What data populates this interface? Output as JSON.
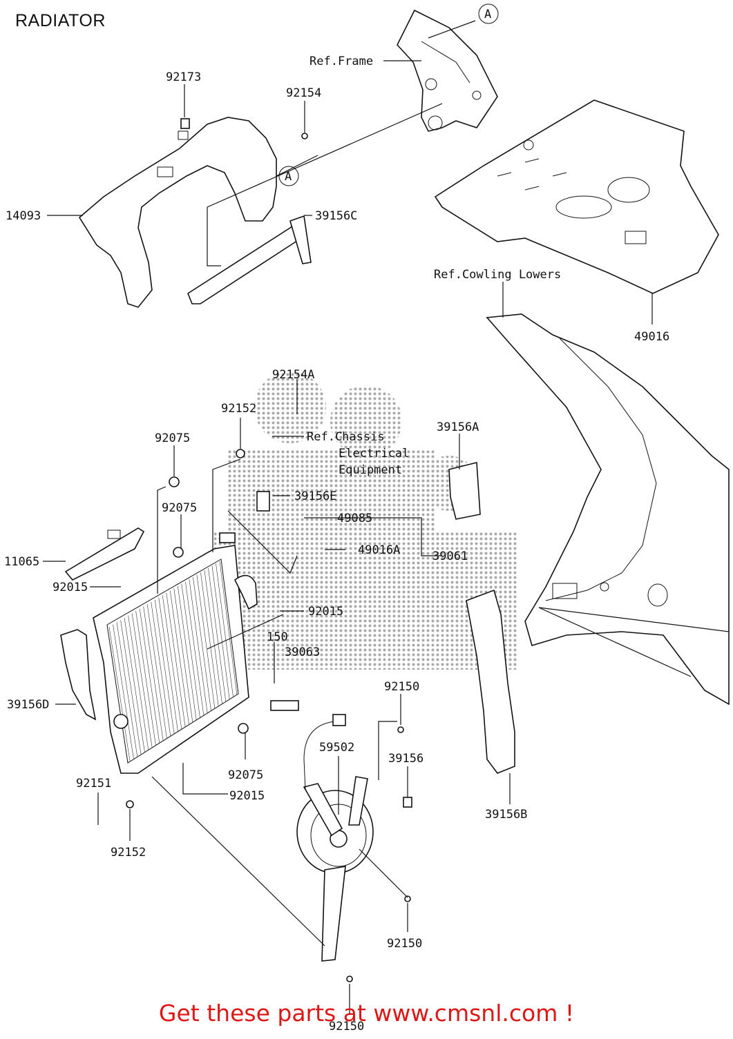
{
  "title": "RADIATOR",
  "footer": "Get these parts at www.cmsnl.com !",
  "watermark_color": "#9a9a9a",
  "footer_color": "#e01515",
  "refs": {
    "frame": "Ref.Frame",
    "cowling": "Ref.Cowling Lowers",
    "chassis_1": "Ref.Chassis",
    "chassis_2": "Electrical",
    "chassis_3": "Equipment"
  },
  "callout": "A",
  "parts": {
    "p92173": "92173",
    "p92154": "92154",
    "p14093": "14093",
    "p39156C": "39156C",
    "p49016": "49016",
    "p92154A": "92154A",
    "p92152_top": "92152",
    "p39156A": "39156A",
    "p92075_a": "92075",
    "p92075_b": "92075",
    "p39156E": "39156E",
    "p49085": "49085",
    "p49016A": "49016A",
    "p39061": "39061",
    "p11065": "11065",
    "p92015_a": "92015",
    "p92015_b": "92015",
    "p92015_c": "92015",
    "p150": "150",
    "p39063": "39063",
    "p39156D": "39156D",
    "p92150_a": "92150",
    "p92150_b": "92150",
    "p92150_c": "92150",
    "p59502": "59502",
    "p39156": "39156",
    "p39156B": "39156B",
    "p92075_c": "92075",
    "p92151": "92151",
    "p92152_bot": "92152"
  }
}
